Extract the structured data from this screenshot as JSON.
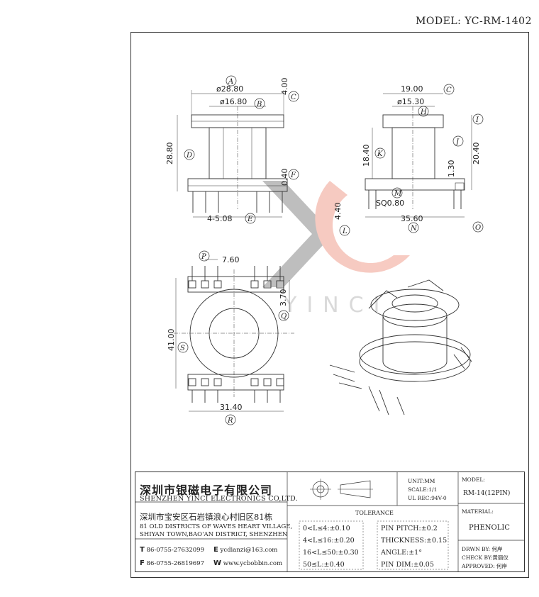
{
  "header": {
    "model_label": "MODEL: YC-RM-1402"
  },
  "watermark": {
    "text": "YINCI"
  },
  "dimensions": {
    "a": "ø28.80",
    "b": "ø16.80",
    "c": "4.00",
    "d": "28.80",
    "f": "0.40",
    "e": "4-5.08",
    "side_c": "19.00",
    "side_h": "ø15.30",
    "k": "18.40",
    "j": "1.30",
    "i": "20.40",
    "m": "SQ0.80",
    "l": "4.40",
    "n": "35.60",
    "p": "7.60",
    "q": "3.70",
    "s": "41.00",
    "r": "31.40"
  },
  "callouts": [
    "A",
    "B",
    "C",
    "D",
    "E",
    "F",
    "C",
    "H",
    "I",
    "J",
    "K",
    "L",
    "M",
    "N",
    "O",
    "P",
    "Q",
    "S",
    "R"
  ],
  "title_block": {
    "company_cn": "深圳市银磁电子有限公司",
    "company_en": "SHENZHEN YINCI ELECTRONICS CO,LTD.",
    "address_cn": "深圳市宝安区石岩镇浪心村旧区81栋",
    "address_en_1": "81 OLD DISTRICTS OF WAVES HEART VILLAGE,",
    "address_en_2": "SHIYAN TOWN,BAO'AN DISTRICT, SHENZHEN",
    "tel_label": "T",
    "tel": "86-0755-27632099",
    "email_label": "E",
    "email": "ycdianzi@163.com",
    "fax_label": "F",
    "fax": "86-0755-26819697",
    "web_label": "W",
    "web": "www.ycbobbin.com",
    "unit": "UNIT:MM",
    "scale": "SCALE:1/1",
    "ul": "UL REC:94V-0",
    "tolerance_title": "TOLERANCE",
    "tol_1": "0<L≤4:±0.10",
    "tol_2": "4<L≤16:±0.20",
    "tol_3": "16<L≤50:±0.30",
    "tol_4": "50≤L:±0.40",
    "pin_pitch": "PIN PITCH:±0.2",
    "thickness": "THICKNESS:±0.15",
    "angle": "ANGLE:±1°",
    "pin_dim": "PIN DIM:±0.05",
    "model_label": "MODEL:",
    "model_value": "RM-14(12PIN)",
    "material_label": "MATERIAL:",
    "material_value": "PHENOLIC",
    "drawn_by": "DRWN BY: 何岸",
    "check_by": "CHECK BY:黄丽仪",
    "approved": "APPROVED: 何岸"
  }
}
